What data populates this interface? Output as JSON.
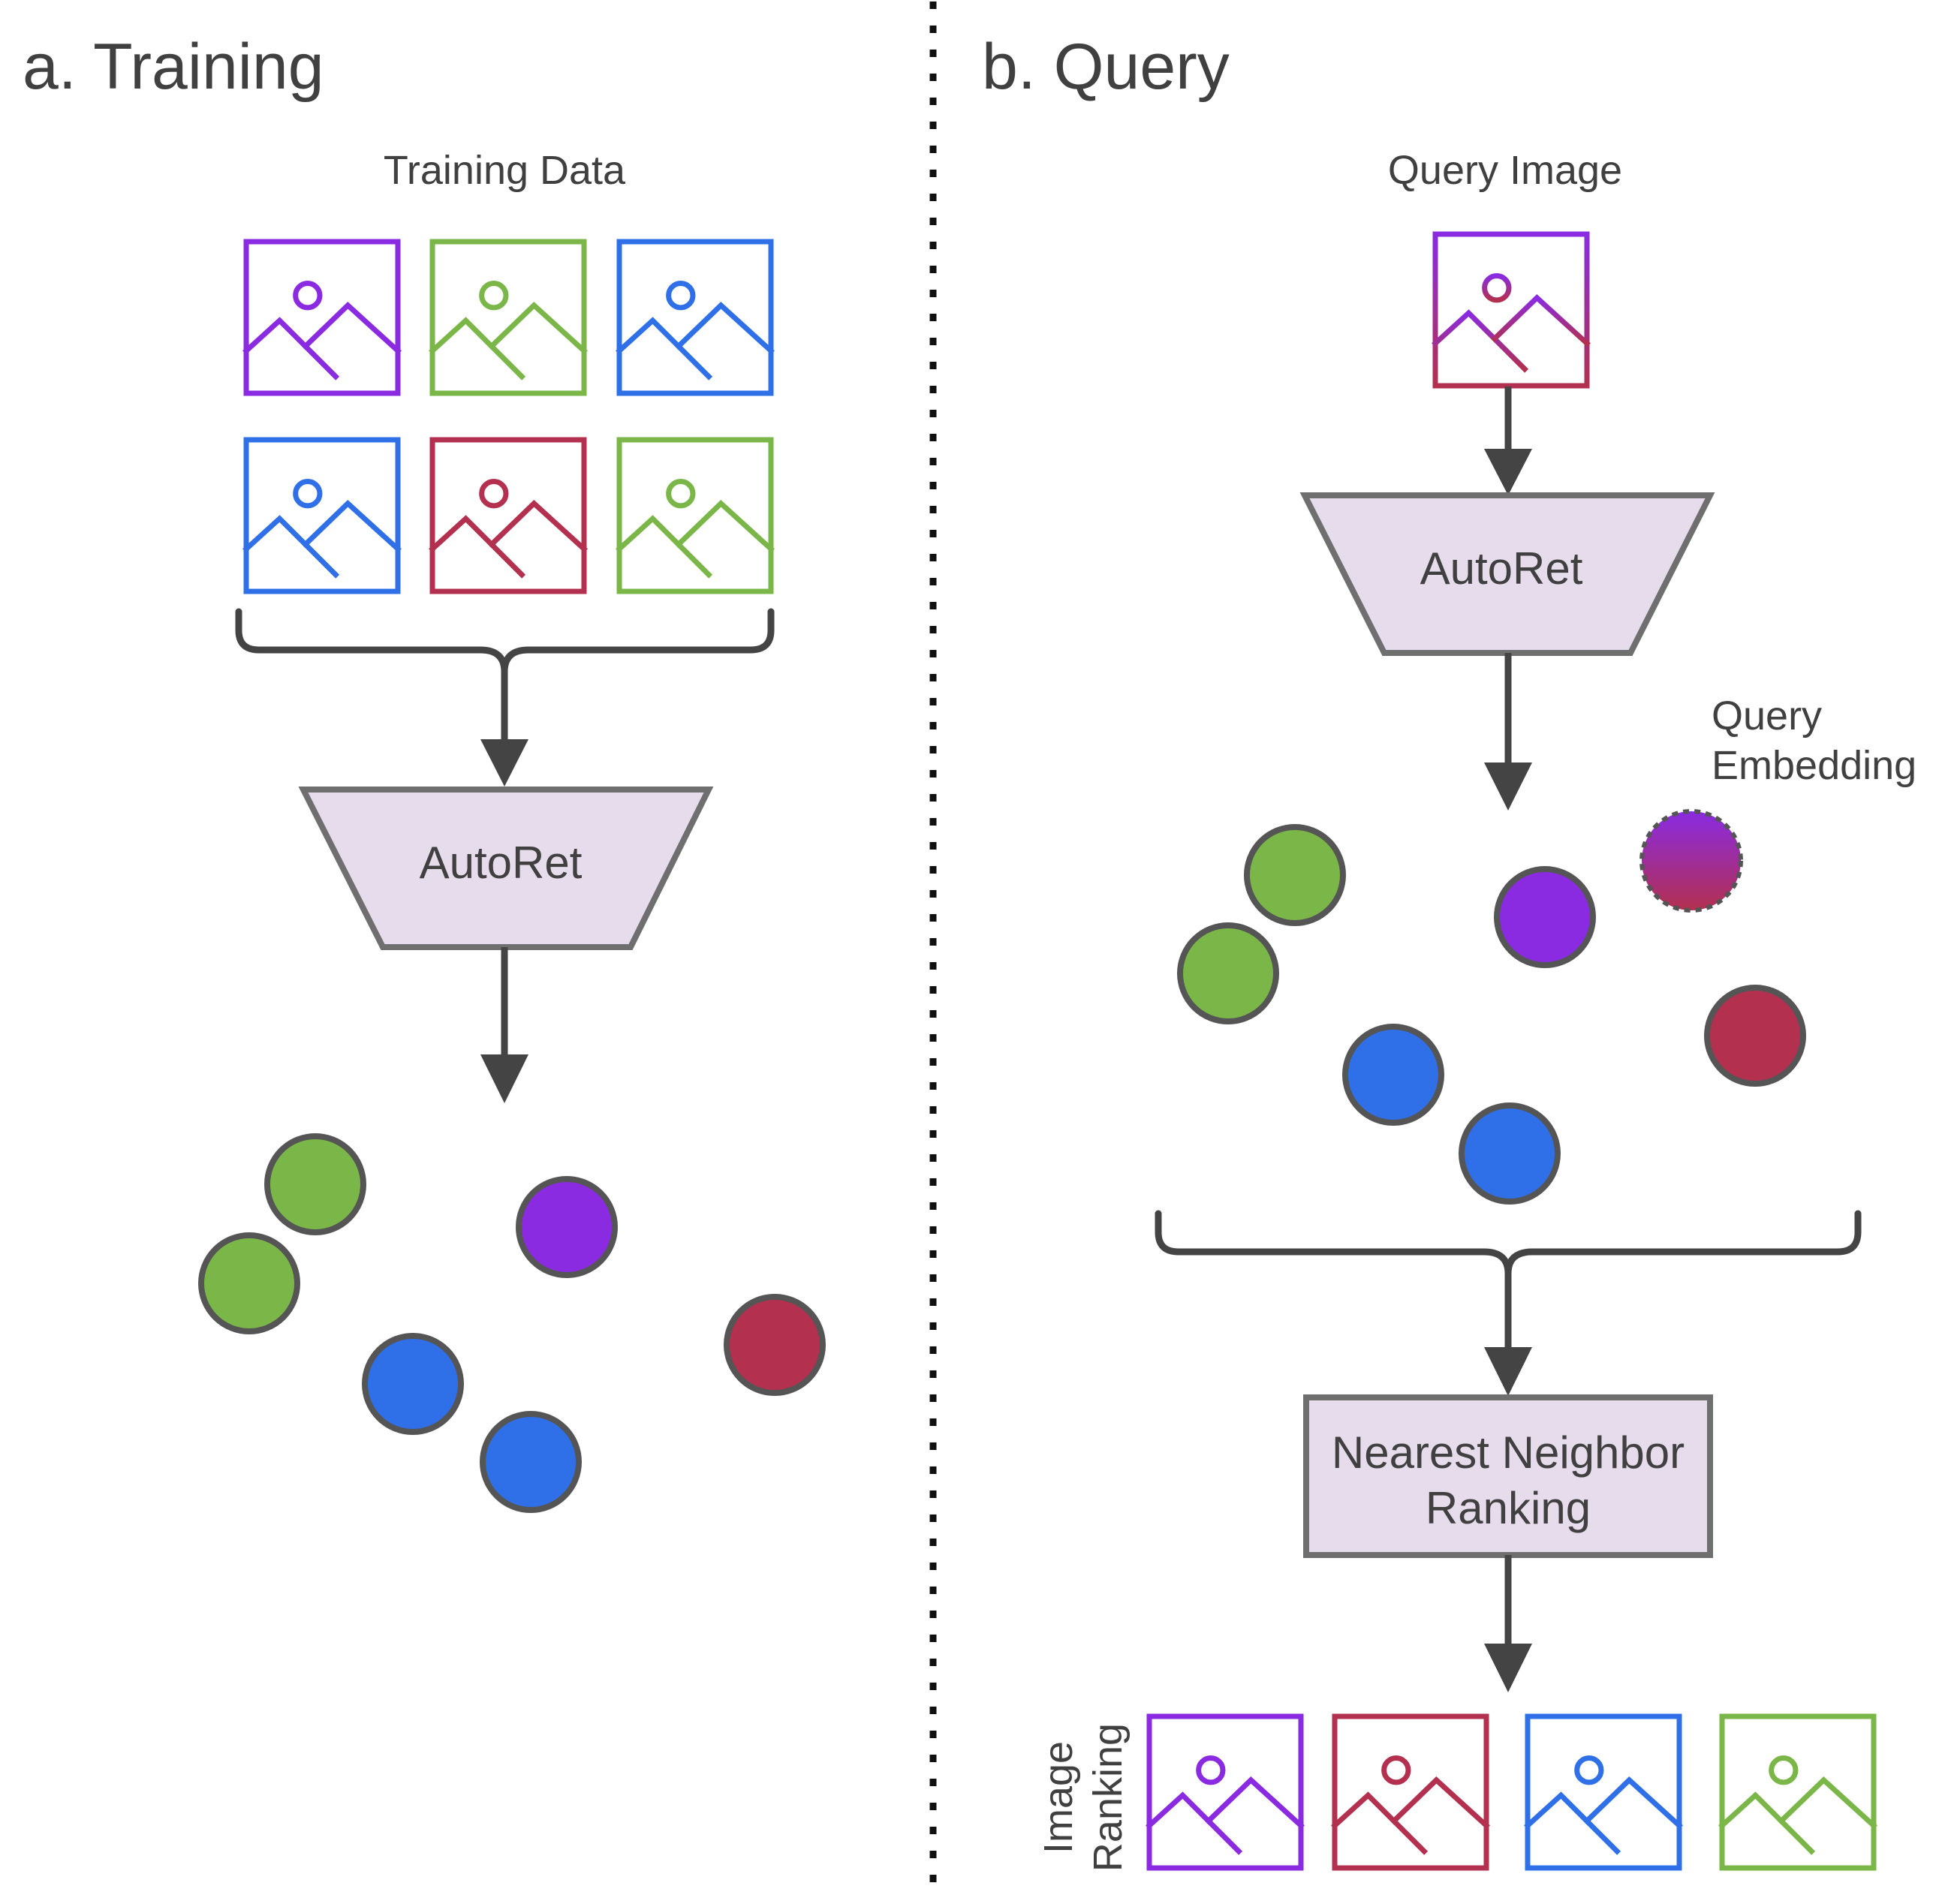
{
  "panels": {
    "training": {
      "title": "a. Training",
      "data_label": "Training Data",
      "model_label": "AutoRet",
      "thumbnails": [
        {
          "name": "training-image-purple",
          "color": "#8a2be2"
        },
        {
          "name": "training-image-green",
          "color": "#7ab648"
        },
        {
          "name": "training-image-blue",
          "color": "#2f70e8"
        },
        {
          "name": "training-image-blue-2",
          "color": "#2f70e8"
        },
        {
          "name": "training-image-crimson",
          "color": "#b3304f"
        },
        {
          "name": "training-image-green-2",
          "color": "#7ab648"
        }
      ],
      "embeddings": [
        {
          "name": "embedding-green",
          "color": "#7ab648"
        },
        {
          "name": "embedding-green-2",
          "color": "#7ab648"
        },
        {
          "name": "embedding-purple",
          "color": "#8a2be2"
        },
        {
          "name": "embedding-crimson",
          "color": "#b3304f"
        },
        {
          "name": "embedding-blue",
          "color": "#2f70e8"
        },
        {
          "name": "embedding-blue-2",
          "color": "#2f70e8"
        }
      ]
    },
    "query": {
      "title": "b. Query",
      "image_label": "Query Image",
      "model_label": "AutoRet",
      "embedding_label_line1": "Query",
      "embedding_label_line2": "Embedding",
      "ranking_box_line1": "Nearest Neighbor",
      "ranking_box_line2": "Ranking",
      "ranking_label_line1": "Image",
      "ranking_label_line2": "Ranking",
      "query_image_gradient": [
        "#8a2be2",
        "#b3304f"
      ],
      "embeddings": [
        {
          "name": "embedding-green",
          "color": "#7ab648"
        },
        {
          "name": "embedding-green-2",
          "color": "#7ab648"
        },
        {
          "name": "embedding-purple",
          "color": "#8a2be2"
        },
        {
          "name": "embedding-crimson",
          "color": "#b3304f"
        },
        {
          "name": "embedding-blue",
          "color": "#2f70e8"
        },
        {
          "name": "embedding-blue-2",
          "color": "#2f70e8"
        }
      ],
      "ranked_images": [
        {
          "name": "ranked-image-1-purple",
          "color": "#8a2be2"
        },
        {
          "name": "ranked-image-2-crimson",
          "color": "#b3304f"
        },
        {
          "name": "ranked-image-3-blue",
          "color": "#2f70e8"
        },
        {
          "name": "ranked-image-4-green",
          "color": "#7ab648"
        }
      ]
    }
  }
}
